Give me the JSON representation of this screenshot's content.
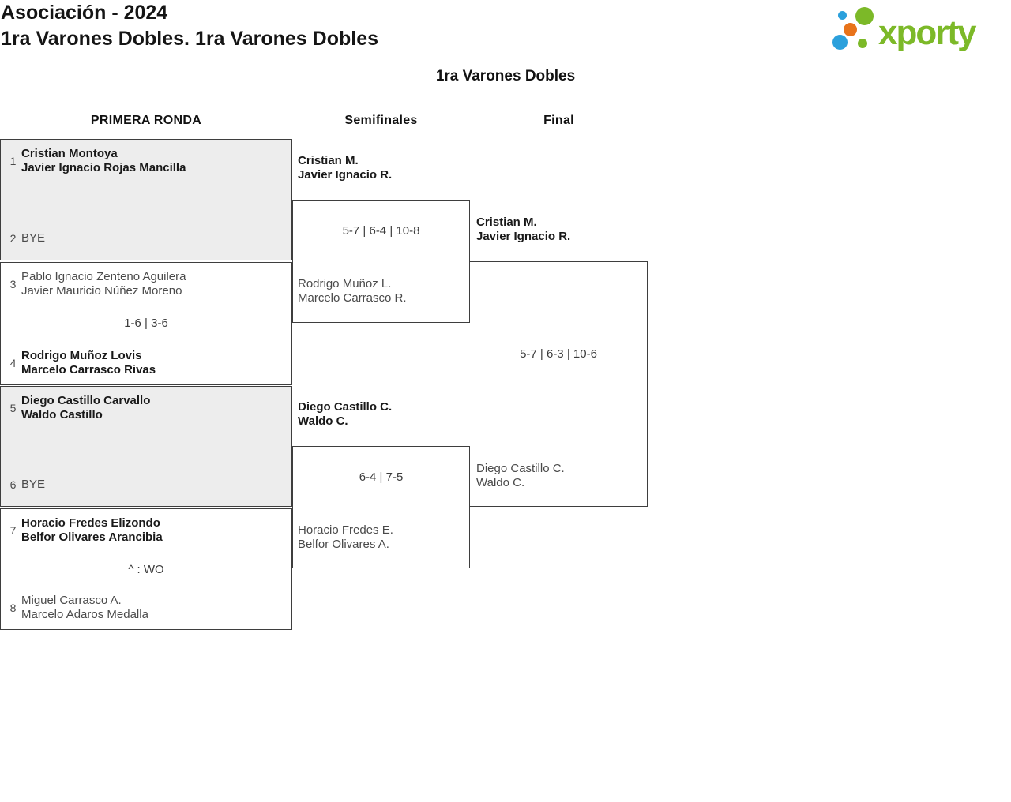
{
  "header": {
    "event_title": "Asociación - 2024",
    "category_title": "1ra Varones Dobles. 1ra Varones Dobles"
  },
  "logo": {
    "wordmark": "xporty",
    "colors": {
      "green": "#7cb928",
      "blue": "#2ba0dc",
      "orange": "#e8731a"
    }
  },
  "bracket": {
    "title": "1ra Varones Dobles",
    "rounds": [
      {
        "label": "PRIMERA RONDA"
      },
      {
        "label": "Semifinales"
      },
      {
        "label": "Final"
      }
    ],
    "first_round": [
      {
        "seed_top": "1",
        "team_top": "Cristian Montoya\nJavier Ignacio Rojas Mancilla",
        "seed_bottom": "2",
        "team_bottom": "BYE"
      },
      {
        "seed_top": "3",
        "team_top": "Pablo Ignacio Zenteno Aguilera\nJavier Mauricio Núñez Moreno",
        "score": "1-6 | 3-6",
        "seed_bottom": "4",
        "team_bottom": "Rodrigo Muñoz Lovis\nMarcelo Carrasco Rivas"
      },
      {
        "seed_top": "5",
        "team_top": "Diego Castillo Carvallo\nWaldo Castillo",
        "seed_bottom": "6",
        "team_bottom": "BYE"
      },
      {
        "seed_top": "7",
        "team_top": "Horacio Fredes Elizondo\nBelfor Olivares Arancibia",
        "score": "^ : WO",
        "seed_bottom": "8",
        "team_bottom": "Miguel Carrasco A.\nMarcelo Adaros Medalla"
      }
    ],
    "semifinals": [
      {
        "team_top": "Cristian M.\nJavier Ignacio R.",
        "score": "5-7 | 6-4 | 10-8",
        "team_bottom": "Rodrigo Muñoz L.\nMarcelo Carrasco R."
      },
      {
        "team_top": "Diego Castillo C.\nWaldo C.",
        "score": "6-4 | 7-5",
        "team_bottom": "Horacio Fredes E.\nBelfor Olivares A."
      }
    ],
    "final": {
      "team_top": "Cristian M.\nJavier Ignacio R.",
      "score": "5-7 | 6-3 | 10-6",
      "team_bottom": "Diego Castillo C.\nWaldo C."
    }
  }
}
